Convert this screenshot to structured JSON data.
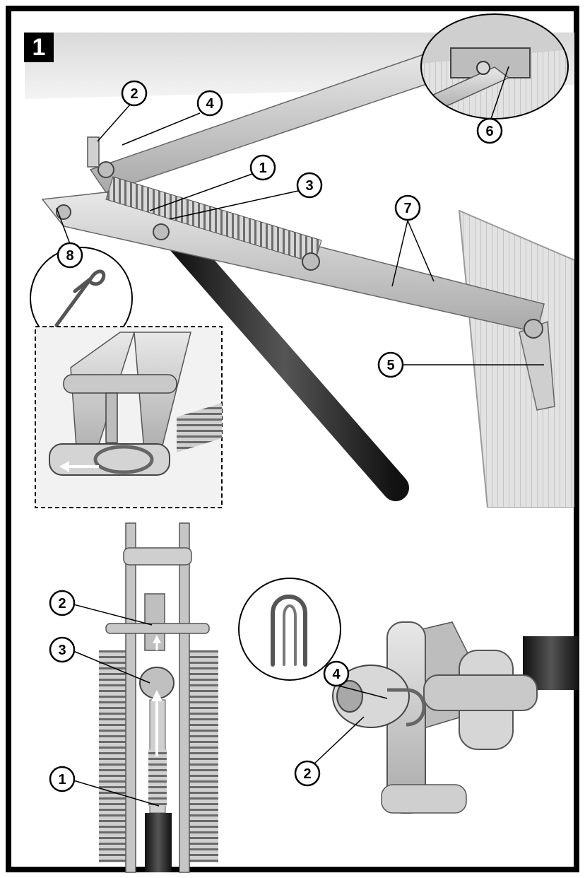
{
  "figure": {
    "step_number": "1"
  },
  "callouts": {
    "top": [
      "2",
      "4",
      "1",
      "3",
      "7",
      "6",
      "8",
      "5"
    ],
    "bottom_left": [
      "2",
      "3",
      "1"
    ],
    "bottom_right": [
      "4",
      "2"
    ]
  },
  "colors": {
    "frame": "#000000",
    "metal": "#cfcfcf",
    "shadow": "#8a8a8a",
    "background": "#ffffff"
  }
}
